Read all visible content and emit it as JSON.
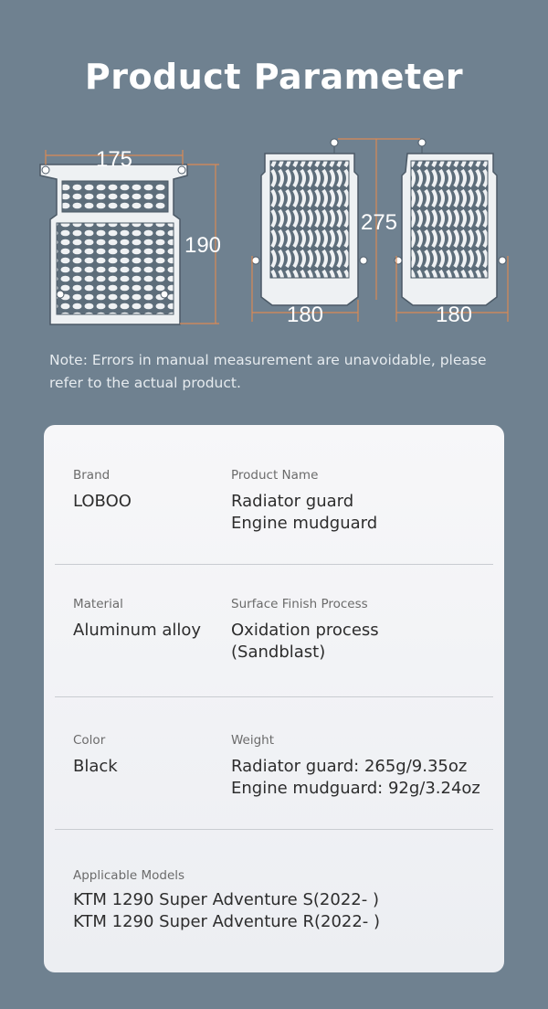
{
  "title": "Product Parameter",
  "dimensions": {
    "radiator_width": "175",
    "radiator_height": "190",
    "mudguard_height": "275",
    "mudguard_width_left": "180",
    "mudguard_width_right": "180"
  },
  "note": "Note: Errors in manual measurement are unavoidable, please refer to the actual product.",
  "specs": {
    "brand": {
      "label": "Brand",
      "value": "LOBOO"
    },
    "product_name": {
      "label": "Product Name",
      "lines": [
        "Radiator guard",
        "Engine mudguard"
      ]
    },
    "material": {
      "label": "Material",
      "value": "Aluminum alloy"
    },
    "surface": {
      "label": "Surface Finish Process",
      "lines": [
        "Oxidation process",
        "(Sandblast)"
      ]
    },
    "color": {
      "label": "Color",
      "value": "Black"
    },
    "weight": {
      "label": "Weight",
      "lines": [
        "Radiator guard: 265g/9.35oz",
        "Engine mudguard: 92g/3.24oz"
      ]
    },
    "models": {
      "label": "Applicable Models",
      "lines": [
        "KTM 1290 Super Adventure S(2022- )",
        "KTM 1290 Super Adventure R(2022- )"
      ]
    }
  },
  "colors": {
    "background": "#6f8190",
    "dimension_line": "#d98a55",
    "card": "#f4f5f7"
  }
}
